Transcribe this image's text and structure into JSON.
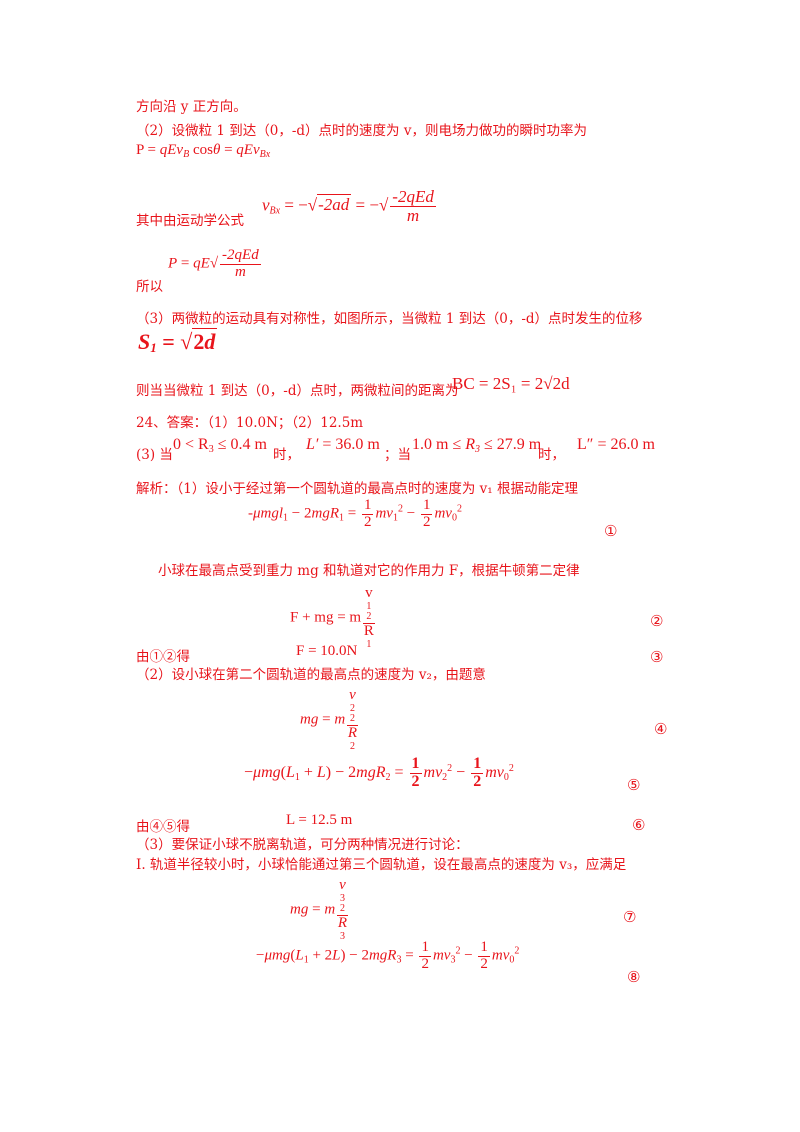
{
  "lines": {
    "l1": "方向沿 y 正方向。",
    "l2": "（2）设微粒 1 到达（0，-d）点时的速度为 v，则电场力做功的瞬时功率为",
    "l3": "其中由运动学公式",
    "l4": "所以",
    "l5": "（3）两微粒的运动具有对称性，如图所示，当微粒 1 到达（0，-d）点时发生的位移",
    "l6": "则当当微粒 1 到达（0，-d）点时，两微粒间的距离为",
    "l7": "24、答案：（1）10.0N；（2）12.5m",
    "l8a": "(3) 当",
    "l8b": "时，",
    "l8c": "；当",
    "l8d": "时，",
    "l9": "解析：（1）设小于经过第一个圆轨道的最高点时的速度为 v₁ 根据动能定理",
    "l10": "小球在最高点受到重力 mg 和轨道对它的作用力 F，根据牛顿第二定律",
    "l11": "由①②得",
    "l12": "（2）设小球在第二个圆轨道的最高点的速度为 v₂，由题意",
    "l13": "由④⑤得",
    "l14": "（3）要保证小球不脱离轨道，可分两种情况进行讨论：",
    "l15": "Ⅰ. 轨道半径较小时，小球恰能通过第三个圆轨道，设在最高点的速度为 v₃，应满足"
  },
  "equations": {
    "e_F10": "F = 10.0N",
    "e_L125": "L = 12.5 m",
    "e_BC": "BC = 2S₁ = 2√2d"
  },
  "markers": [
    "①",
    "②",
    "③",
    "④",
    "⑤",
    "⑥",
    "⑦",
    "⑧"
  ]
}
